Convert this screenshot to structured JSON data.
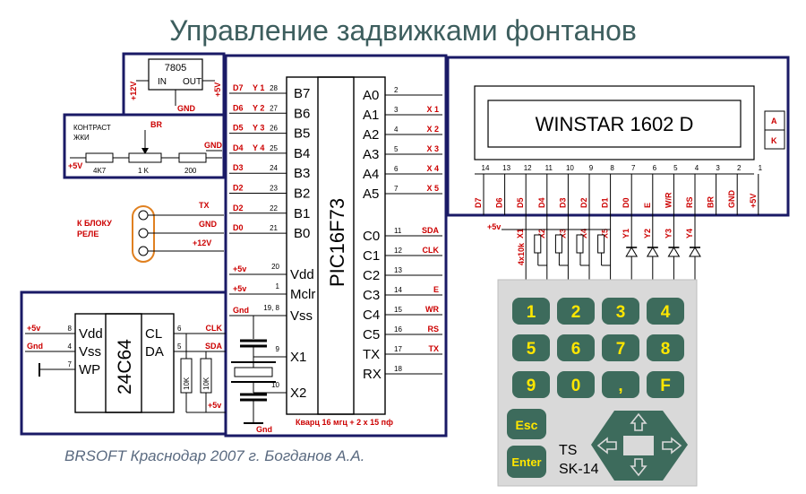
{
  "title": "Управление задвижками фонтанов",
  "footer": "BRSOFT Краснодар 2007 г. Богданов А.А.",
  "colors": {
    "frame": "#1a1a66",
    "title": "#3d5e5e",
    "label": "#cc0000",
    "key": "#3d6b5c",
    "key_text": "#ffe600",
    "keypad_bg": "#d9d9d9"
  },
  "regulator": {
    "part": "7805",
    "in": "IN",
    "out": "OUT",
    "gnd": "GND",
    "v_in": "+12V",
    "v_out": "+5V"
  },
  "contrast": {
    "label": "КОНТРАСТ ЖКИ",
    "label_line1": "КОНТРАСТ",
    "label_line2": "ЖКИ",
    "br": "BR",
    "gnd": "GND",
    "v5": "+5V",
    "r1": "4K7",
    "r2": "1 K",
    "r3": "200"
  },
  "relay": {
    "label_line1": "К БЛОКУ",
    "label_line2": "РЕЛЕ",
    "tx": "TX",
    "gnd": "GND",
    "v12": "+12V"
  },
  "mcu": {
    "name": "PIC16F73",
    "left_pins": [
      {
        "sig": "D7",
        "y": "Y 1",
        "num": "28",
        "name": "B7"
      },
      {
        "sig": "D6",
        "y": "Y 2",
        "num": "27",
        "name": "B6"
      },
      {
        "sig": "D5",
        "y": "Y 3",
        "num": "26",
        "name": "B5"
      },
      {
        "sig": "D4",
        "y": "Y 4",
        "num": "25",
        "name": "B4"
      },
      {
        "sig": "D3",
        "y": "",
        "num": "24",
        "name": "B3"
      },
      {
        "sig": "D2",
        "y": "",
        "num": "23",
        "name": "B2"
      },
      {
        "sig": "D2",
        "y": "",
        "num": "22",
        "name": "B1"
      },
      {
        "sig": "D0",
        "y": "",
        "num": "21",
        "name": "B0"
      }
    ],
    "power_pins": [
      {
        "sig": "+5v",
        "num": "20",
        "name": "Vdd"
      },
      {
        "sig": "+5v",
        "num": "1",
        "name": "Mclr"
      },
      {
        "sig": "Gnd",
        "num": "19, 8",
        "name": "Vss"
      },
      {
        "sig": "",
        "num": "9",
        "name": "X1"
      },
      {
        "sig": "",
        "num": "10",
        "name": "X2"
      }
    ],
    "right_pins": [
      {
        "name": "A0",
        "num": "2",
        "sig": ""
      },
      {
        "name": "A1",
        "num": "3",
        "sig": "X 1"
      },
      {
        "name": "A2",
        "num": "4",
        "sig": "X 2"
      },
      {
        "name": "A3",
        "num": "5",
        "sig": "X 3"
      },
      {
        "name": "A4",
        "num": "6",
        "sig": "X 4"
      },
      {
        "name": "A5",
        "num": "7",
        "sig": "X 5"
      },
      {
        "name": "C0",
        "num": "11",
        "sig": "SDA"
      },
      {
        "name": "C1",
        "num": "12",
        "sig": "CLK"
      },
      {
        "name": "C2",
        "num": "13",
        "sig": ""
      },
      {
        "name": "C3",
        "num": "14",
        "sig": "E"
      },
      {
        "name": "C4",
        "num": "15",
        "sig": "WR"
      },
      {
        "name": "C5",
        "num": "16",
        "sig": "RS"
      },
      {
        "name": "TX",
        "num": "17",
        "sig": "TX"
      },
      {
        "name": "RX",
        "num": "18",
        "sig": ""
      }
    ],
    "quartz": "Кварц 16 мгц   + 2 х 15 пф",
    "gnd": "Gnd"
  },
  "eeprom": {
    "name": "24C64",
    "left": [
      {
        "sig": "+5v",
        "num": "8",
        "name": "Vdd"
      },
      {
        "sig": "Gnd",
        "num": "4",
        "name": "Vss"
      },
      {
        "sig": "",
        "num": "7",
        "name": "WP"
      }
    ],
    "right": [
      {
        "num": "6",
        "name": "CL",
        "sig": "CLK"
      },
      {
        "num": "5",
        "name": "DA",
        "sig": "SDA"
      }
    ],
    "r1": "10K",
    "r2": "10K",
    "v5": "+5v"
  },
  "lcd": {
    "name": "WINSTAR  1602 D",
    "a": "A",
    "k": "K",
    "pins": [
      {
        "num": "14",
        "sig": "D7"
      },
      {
        "num": "13",
        "sig": "D6"
      },
      {
        "num": "12",
        "sig": "D5"
      },
      {
        "num": "11",
        "sig": "D4"
      },
      {
        "num": "10",
        "sig": "D3"
      },
      {
        "num": "9",
        "sig": "D2"
      },
      {
        "num": "8",
        "sig": "D1"
      },
      {
        "num": "7",
        "sig": "D0"
      },
      {
        "num": "6",
        "sig": "E"
      },
      {
        "num": "5",
        "sig": "W/R"
      },
      {
        "num": "4",
        "sig": "RS"
      },
      {
        "num": "3",
        "sig": "BR"
      },
      {
        "num": "2",
        "sig": "GND"
      },
      {
        "num": "1",
        "sig": "+5V"
      }
    ]
  },
  "keyboard": {
    "v5": "+5v",
    "res": "4x10k",
    "lines": [
      "X1",
      "X2",
      "X3",
      "X4",
      "X5",
      "Y1",
      "Y2",
      "Y3",
      "Y4"
    ],
    "keys": [
      [
        "1",
        "2",
        "3",
        "4"
      ],
      [
        "5",
        "6",
        "7",
        "8"
      ],
      [
        "9",
        "0",
        ",",
        "F"
      ]
    ],
    "esc": "Esc",
    "enter": "Enter",
    "model_line1": "TS",
    "model_line2": "SK-14"
  }
}
